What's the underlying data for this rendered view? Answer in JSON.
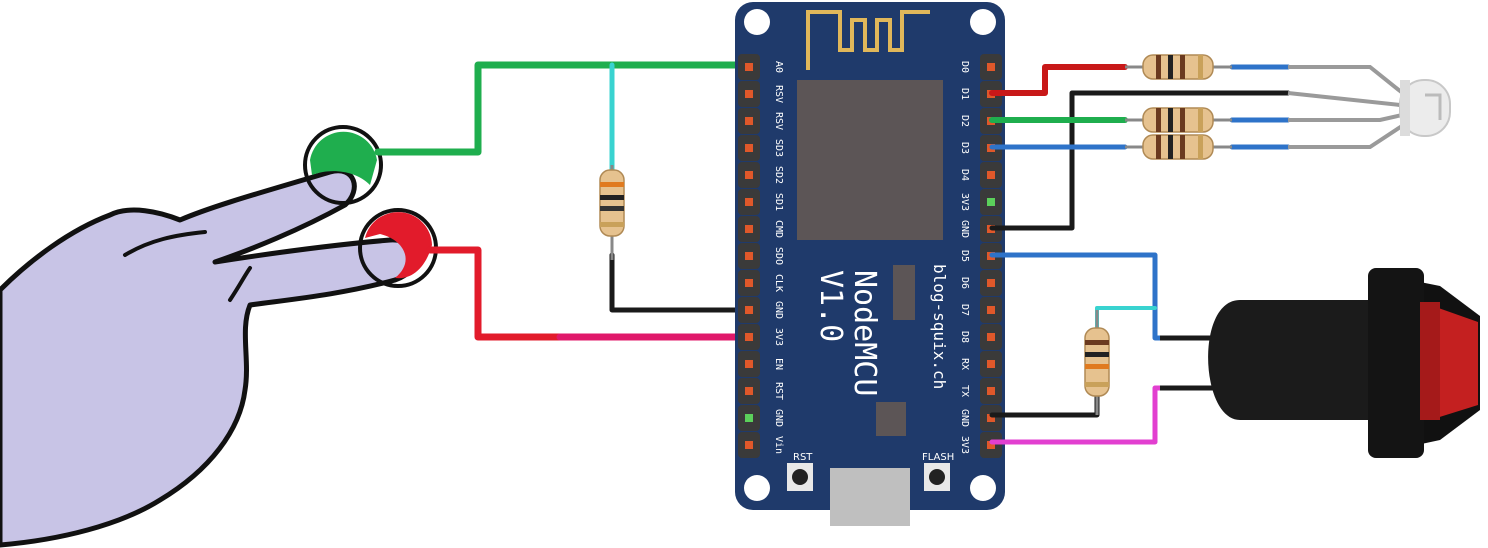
{
  "board": {
    "name": "NodeMCU",
    "version": "V1.0",
    "website": "blog-squix.ch",
    "rst_label": "RST",
    "flash_label": "FLASH"
  },
  "left_pins": [
    "A0",
    "RSV",
    "RSV",
    "SD3",
    "SD2",
    "SD1",
    "CMD",
    "SDO",
    "CLK",
    "GND",
    "3V3",
    "EN",
    "RST",
    "GND",
    "Vin"
  ],
  "right_pins": [
    "D0",
    "D1",
    "D2",
    "D3",
    "D4",
    "3V3",
    "GND",
    "D5",
    "D6",
    "D7",
    "D8",
    "RX",
    "TX",
    "GND",
    "3V3"
  ],
  "colors": {
    "board": "#1f3a6b",
    "wire_green": "#1fae4e",
    "wire_red": "#e21b2b",
    "wire_blue": "#2e73c9",
    "wire_black": "#1a1a1a",
    "wire_magenta": "#e23fd0",
    "wire_cyan": "#39d3d0",
    "hand": "#c8c4e6"
  },
  "components": [
    "hand",
    "touch-pad-green",
    "touch-pad-red",
    "resistor",
    "rgb-led",
    "push-button"
  ]
}
